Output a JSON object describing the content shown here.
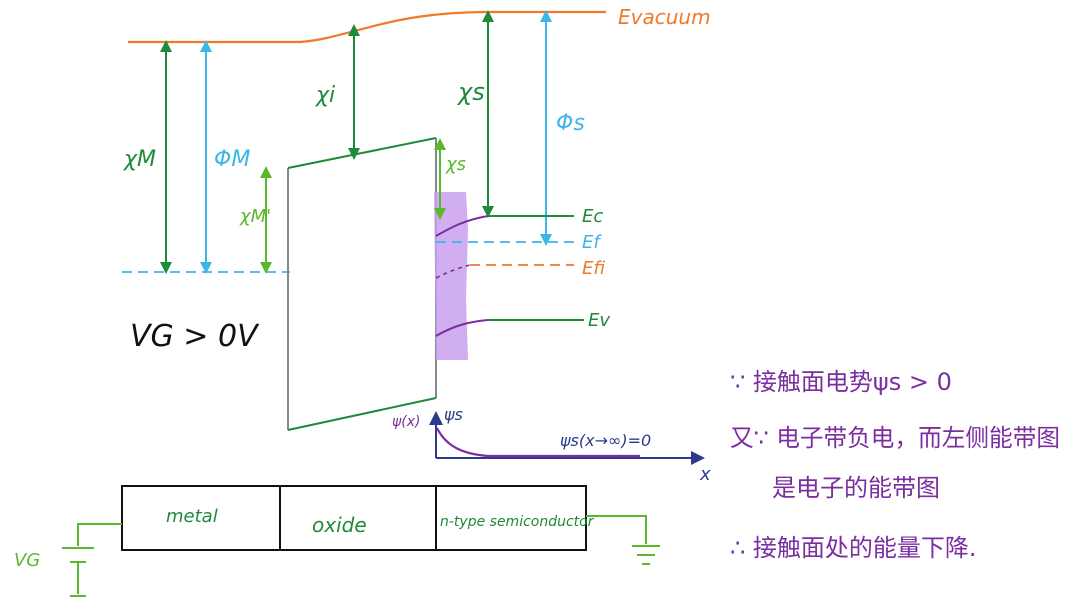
{
  "colors": {
    "vacuum": "#f07a2a",
    "dark_green": "#1f8a3a",
    "light_green": "#5ab82a",
    "cyan": "#3cb6e6",
    "purple": "#7a2ea0",
    "lavender": "#c9a0ec",
    "gray": "#7d8a90",
    "black": "#111111",
    "navy": "#2c3a8c"
  },
  "levels": {
    "evacuum": "Evacuum",
    "ec": "Ec",
    "ef": "Ef",
    "efi": "Efi",
    "ev": "Ev"
  },
  "symbols": {
    "chi_m": "χM",
    "phi_m": "ΦM",
    "chi_m_prime": "χM'",
    "chi_i": "χi",
    "chi_s": "χs",
    "phi_s": "Φs",
    "chi_s_small": "χs"
  },
  "bias_label": "VG > 0V",
  "potential_plot": {
    "y_label": "ψ(x)",
    "peak_label": "ψs",
    "limit_label": "ψs(x→∞)=0",
    "x_axis_label": "x"
  },
  "regions": {
    "metal": "metal",
    "oxide": "oxide",
    "semiconductor": "n-type semiconductor"
  },
  "vg_label": "VG",
  "notes": [
    "∵ 接触面电势ψs > 0",
    "又∵ 电子带负电，而左侧能带图",
    "是电子的能带图",
    "∴ 接触面处的能量下降."
  ]
}
